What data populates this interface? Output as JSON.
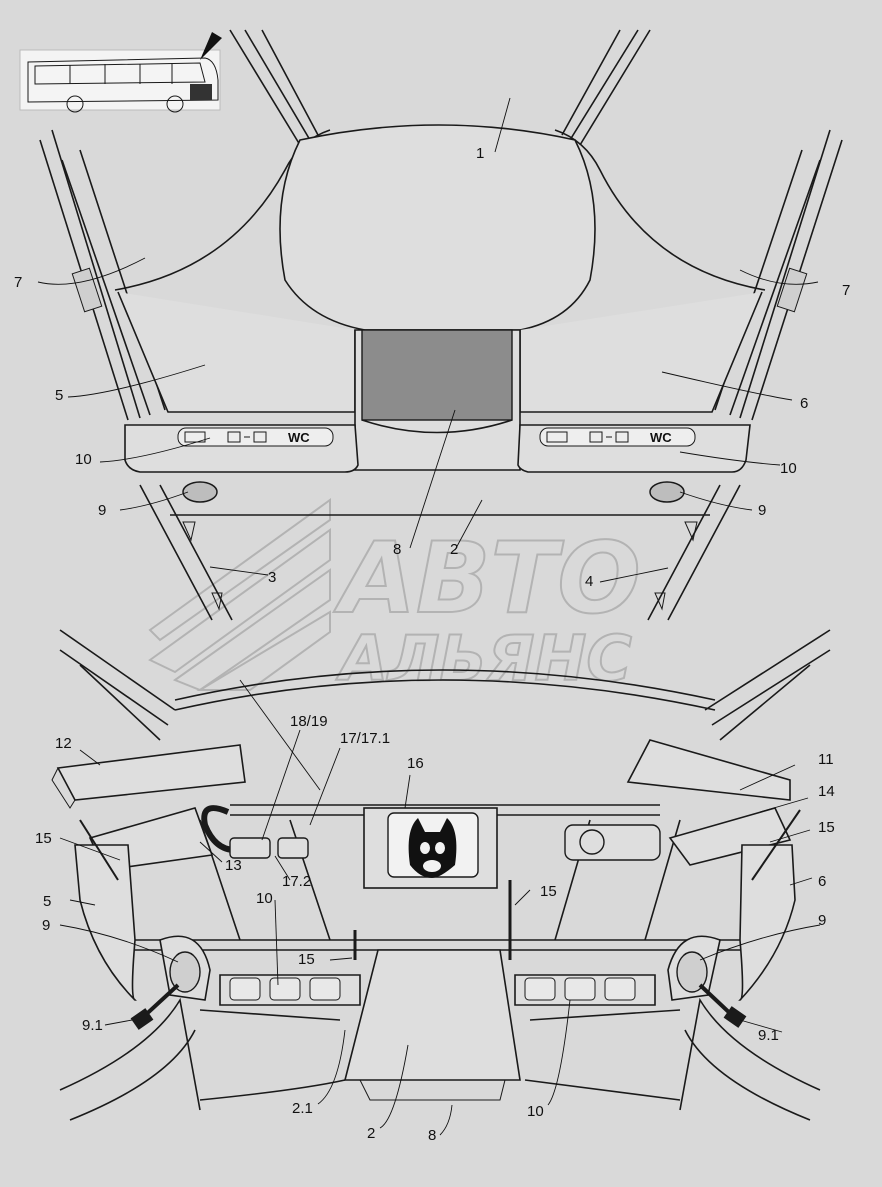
{
  "watermark": {
    "line1": "АВТО",
    "line2": "АЛЬЯНС"
  },
  "icons": {
    "bus_thumbnail": "bus-side-view-icon",
    "view_arrow": "view-direction-arrow-icon",
    "cat_screen": "cat-face-screen-icon"
  },
  "switch_panel": {
    "seat_icon_text": "",
    "wc_text": "WC"
  },
  "callouts": {
    "top": {
      "c1": "1",
      "c7_left": "7",
      "c7_right": "7",
      "c5": "5",
      "c6": "6",
      "c10_left": "10",
      "c10_right": "10",
      "c9_left": "9",
      "c9_right": "9",
      "c8": "8",
      "c2": "2",
      "c3": "3",
      "c4": "4"
    },
    "bottom": {
      "c12": "12",
      "c18_19": "18/19",
      "c17_171": "17/17.1",
      "c16": "16",
      "c11": "11",
      "c14": "14",
      "c15_a": "15",
      "c15_b": "15",
      "c15_c": "15",
      "c15_d": "15",
      "c13": "13",
      "c17_2": "17.2",
      "c5": "5",
      "c6": "6",
      "c10_a": "10",
      "c9_left": "9",
      "c9_right": "9",
      "c9_1_left": "9.1",
      "c9_1_right": "9.1",
      "c2_1": "2.1",
      "c2": "2",
      "c8": "8",
      "c10_b": "10"
    }
  }
}
